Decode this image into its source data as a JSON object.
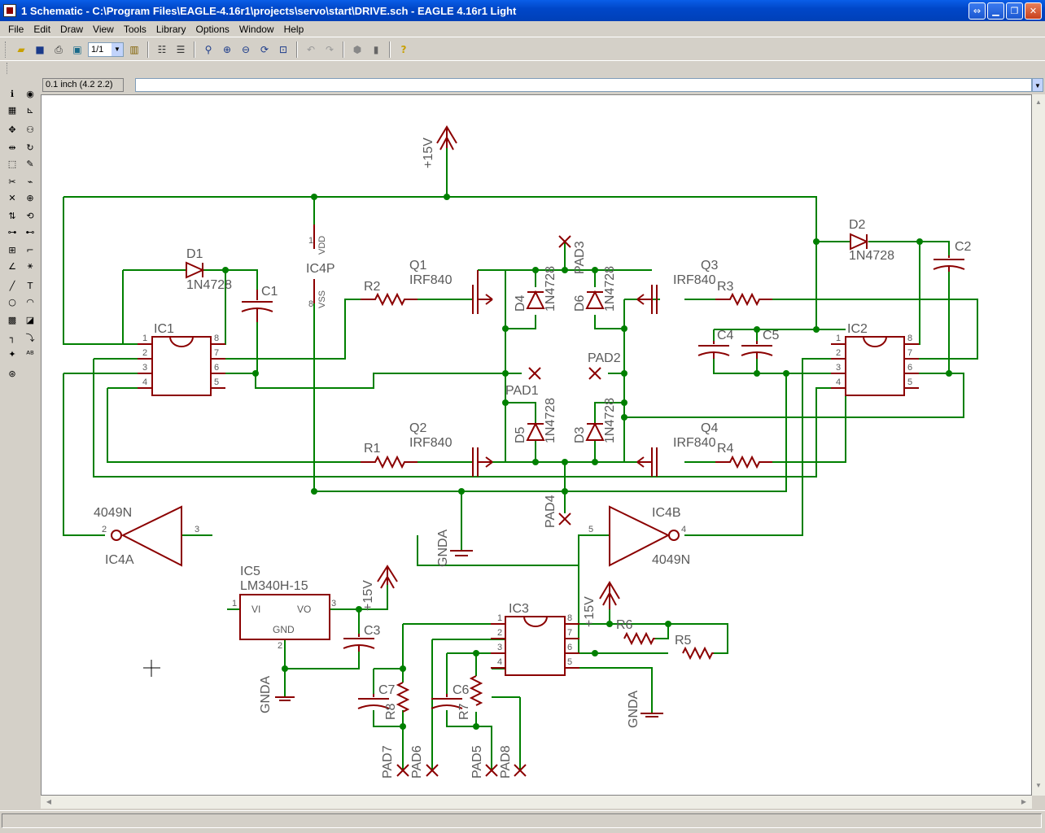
{
  "window": {
    "title": "1 Schematic - C:\\Program Files\\EAGLE-4.16r1\\projects\\servo\\start\\DRIVE.sch - EAGLE 4.16r1 Light"
  },
  "menu": [
    "File",
    "Edit",
    "Draw",
    "View",
    "Tools",
    "Library",
    "Options",
    "Window",
    "Help"
  ],
  "toolbar": {
    "sheet_select": "1/1"
  },
  "command": {
    "grid_info": "0.1 inch (4.2 2.2)",
    "input_value": ""
  },
  "schematic": {
    "parts": {
      "ic1": "IC1",
      "ic2": "IC2",
      "ic3": "IC3",
      "ic5": "IC5",
      "ic5_val": "LM340H-15",
      "ic4p": "IC4P",
      "ic4a": "IC4A",
      "ic4a_val": "4049N",
      "ic4b": "IC4B",
      "ic4b_val": "4049N",
      "d1": "D1",
      "d1_val": "1N4728",
      "d2": "D2",
      "d2_val": "1N4728",
      "d3": "D3",
      "d4": "D4",
      "d5": "D5",
      "d6": "D6",
      "zener_val": "1N4728",
      "c1": "C1",
      "c2": "C2",
      "c3": "C3",
      "c4": "C4",
      "c5": "C5",
      "c6": "C6",
      "c7": "C7",
      "r1": "R1",
      "r2": "R2",
      "r3": "R3",
      "r4": "R4",
      "r5": "R5",
      "r6": "R6",
      "r7": "R7",
      "r8": "R8",
      "q1": "Q1",
      "q2": "Q2",
      "q3": "Q3",
      "q4": "Q4",
      "fet_val": "IRF840",
      "pad1": "PAD1",
      "pad2": "PAD2",
      "pad3": "PAD3",
      "pad4": "PAD4",
      "pad5": "PAD5",
      "pad6": "PAD6",
      "pad7": "PAD7",
      "pad8": "PAD8"
    },
    "supplies": {
      "p15v": "+15V",
      "gnda": "GNDA",
      "vdd": "VDD",
      "vss": "VSS"
    },
    "ic5_pins": {
      "vi": "VI",
      "vo": "VO",
      "gnd": "GND"
    },
    "pin_numbers": {
      "p1": "1",
      "p2": "2",
      "p3": "3",
      "p4": "4",
      "p5": "5",
      "p6": "6",
      "p7": "7",
      "p8": "8"
    }
  },
  "colors": {
    "wire": "#008000",
    "symbol": "#8b0000",
    "junction": "#008000",
    "label": "#5a5a5a",
    "titlebar": "#0047c8"
  }
}
